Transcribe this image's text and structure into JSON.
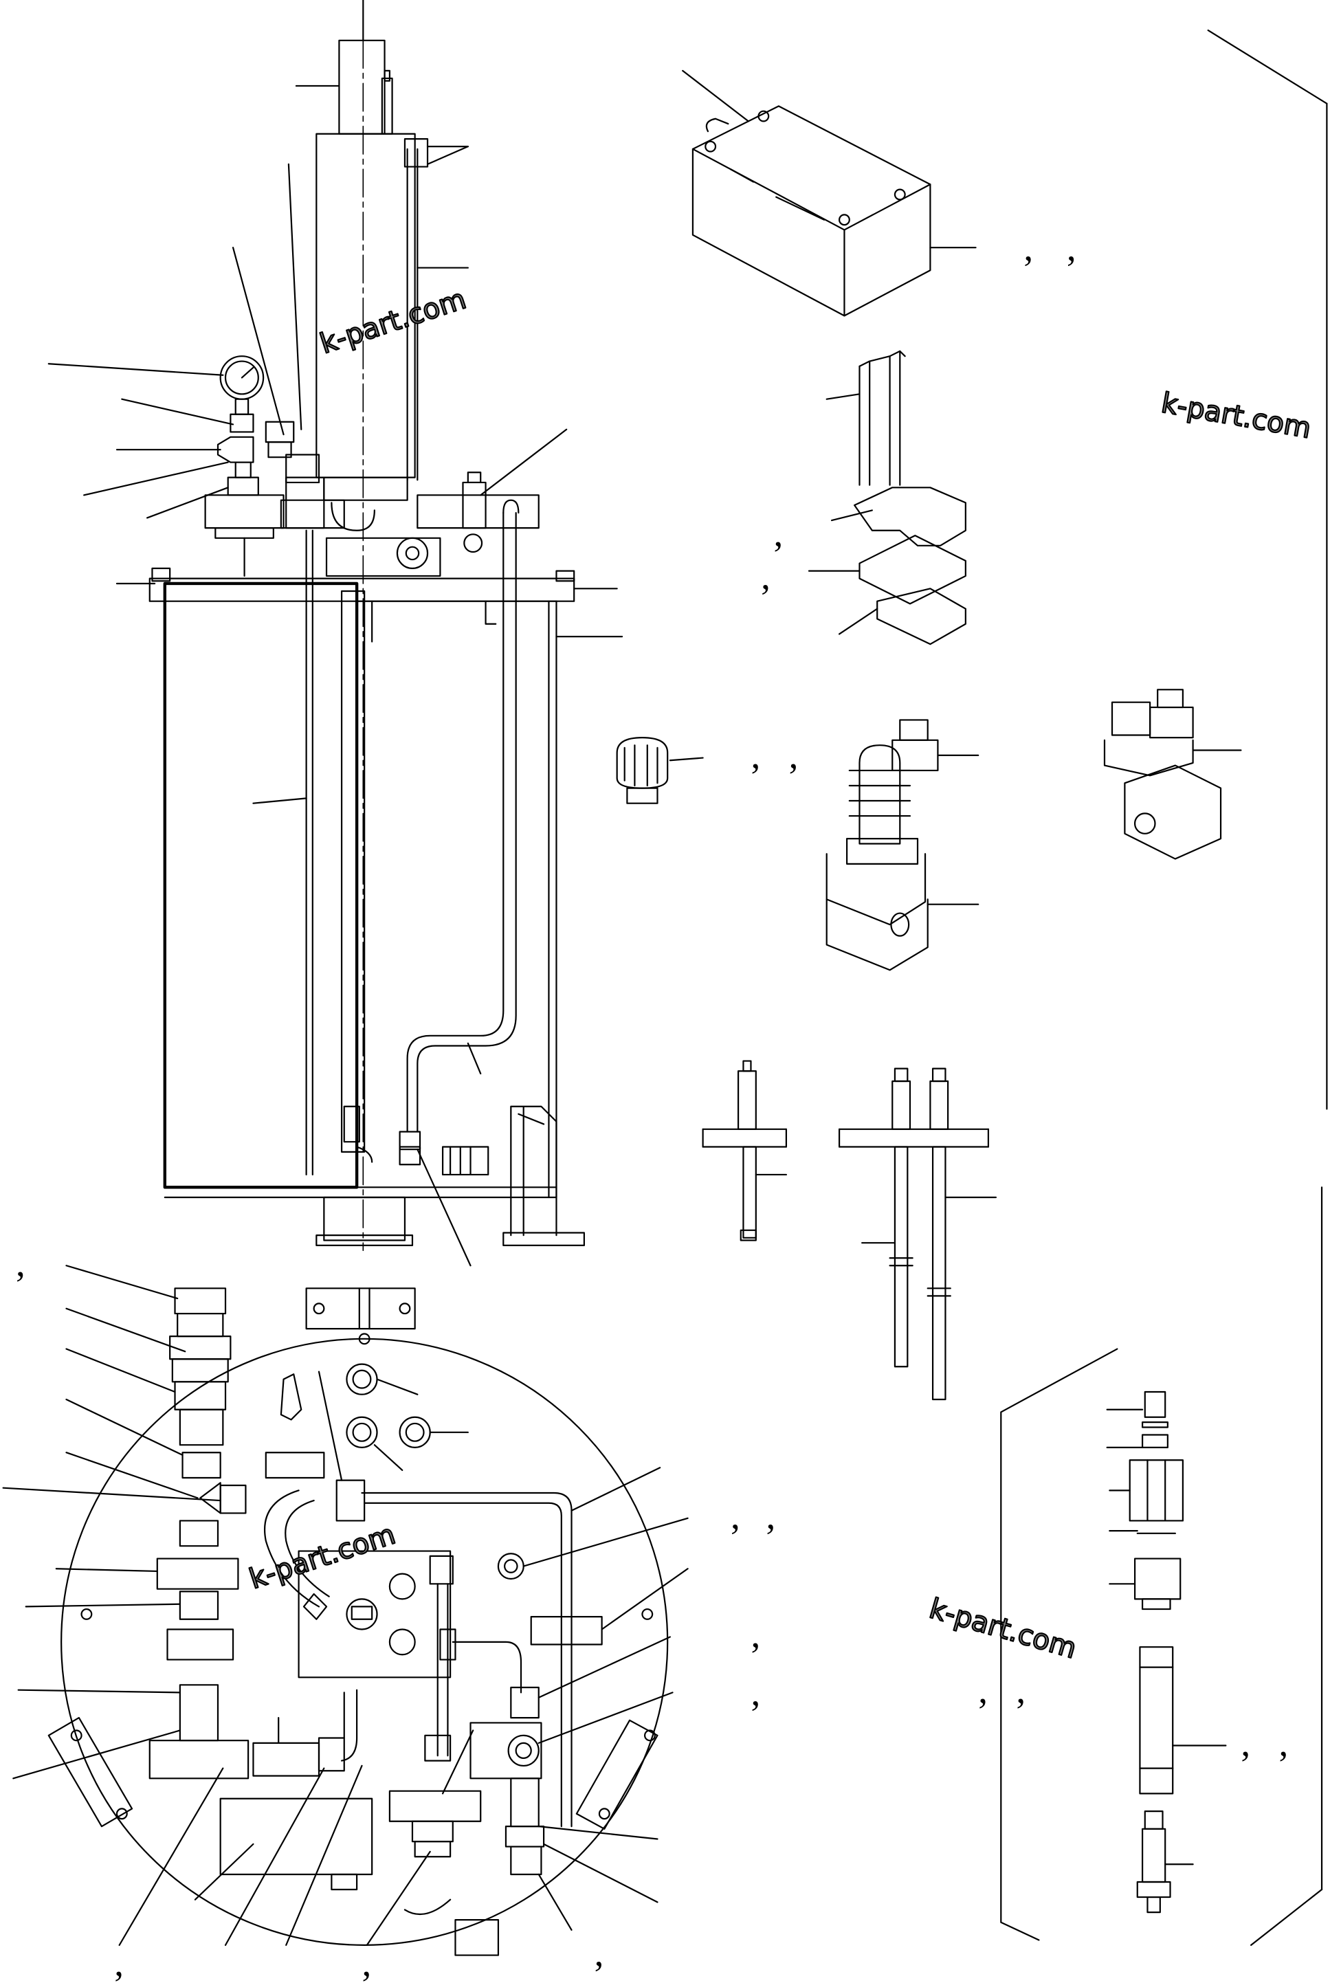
{
  "watermarks": [
    "k-part.com",
    "k-part.com",
    "k-part.com",
    "k-part.com"
  ],
  "separator_marks": [
    ",",
    ",",
    ",",
    ",",
    ",",
    ",",
    ",",
    ",",
    ",",
    ",",
    ",",
    ",",
    ",",
    ",",
    ",",
    ",",
    ",",
    ",",
    ",",
    ",",
    ",",
    ","
  ]
}
